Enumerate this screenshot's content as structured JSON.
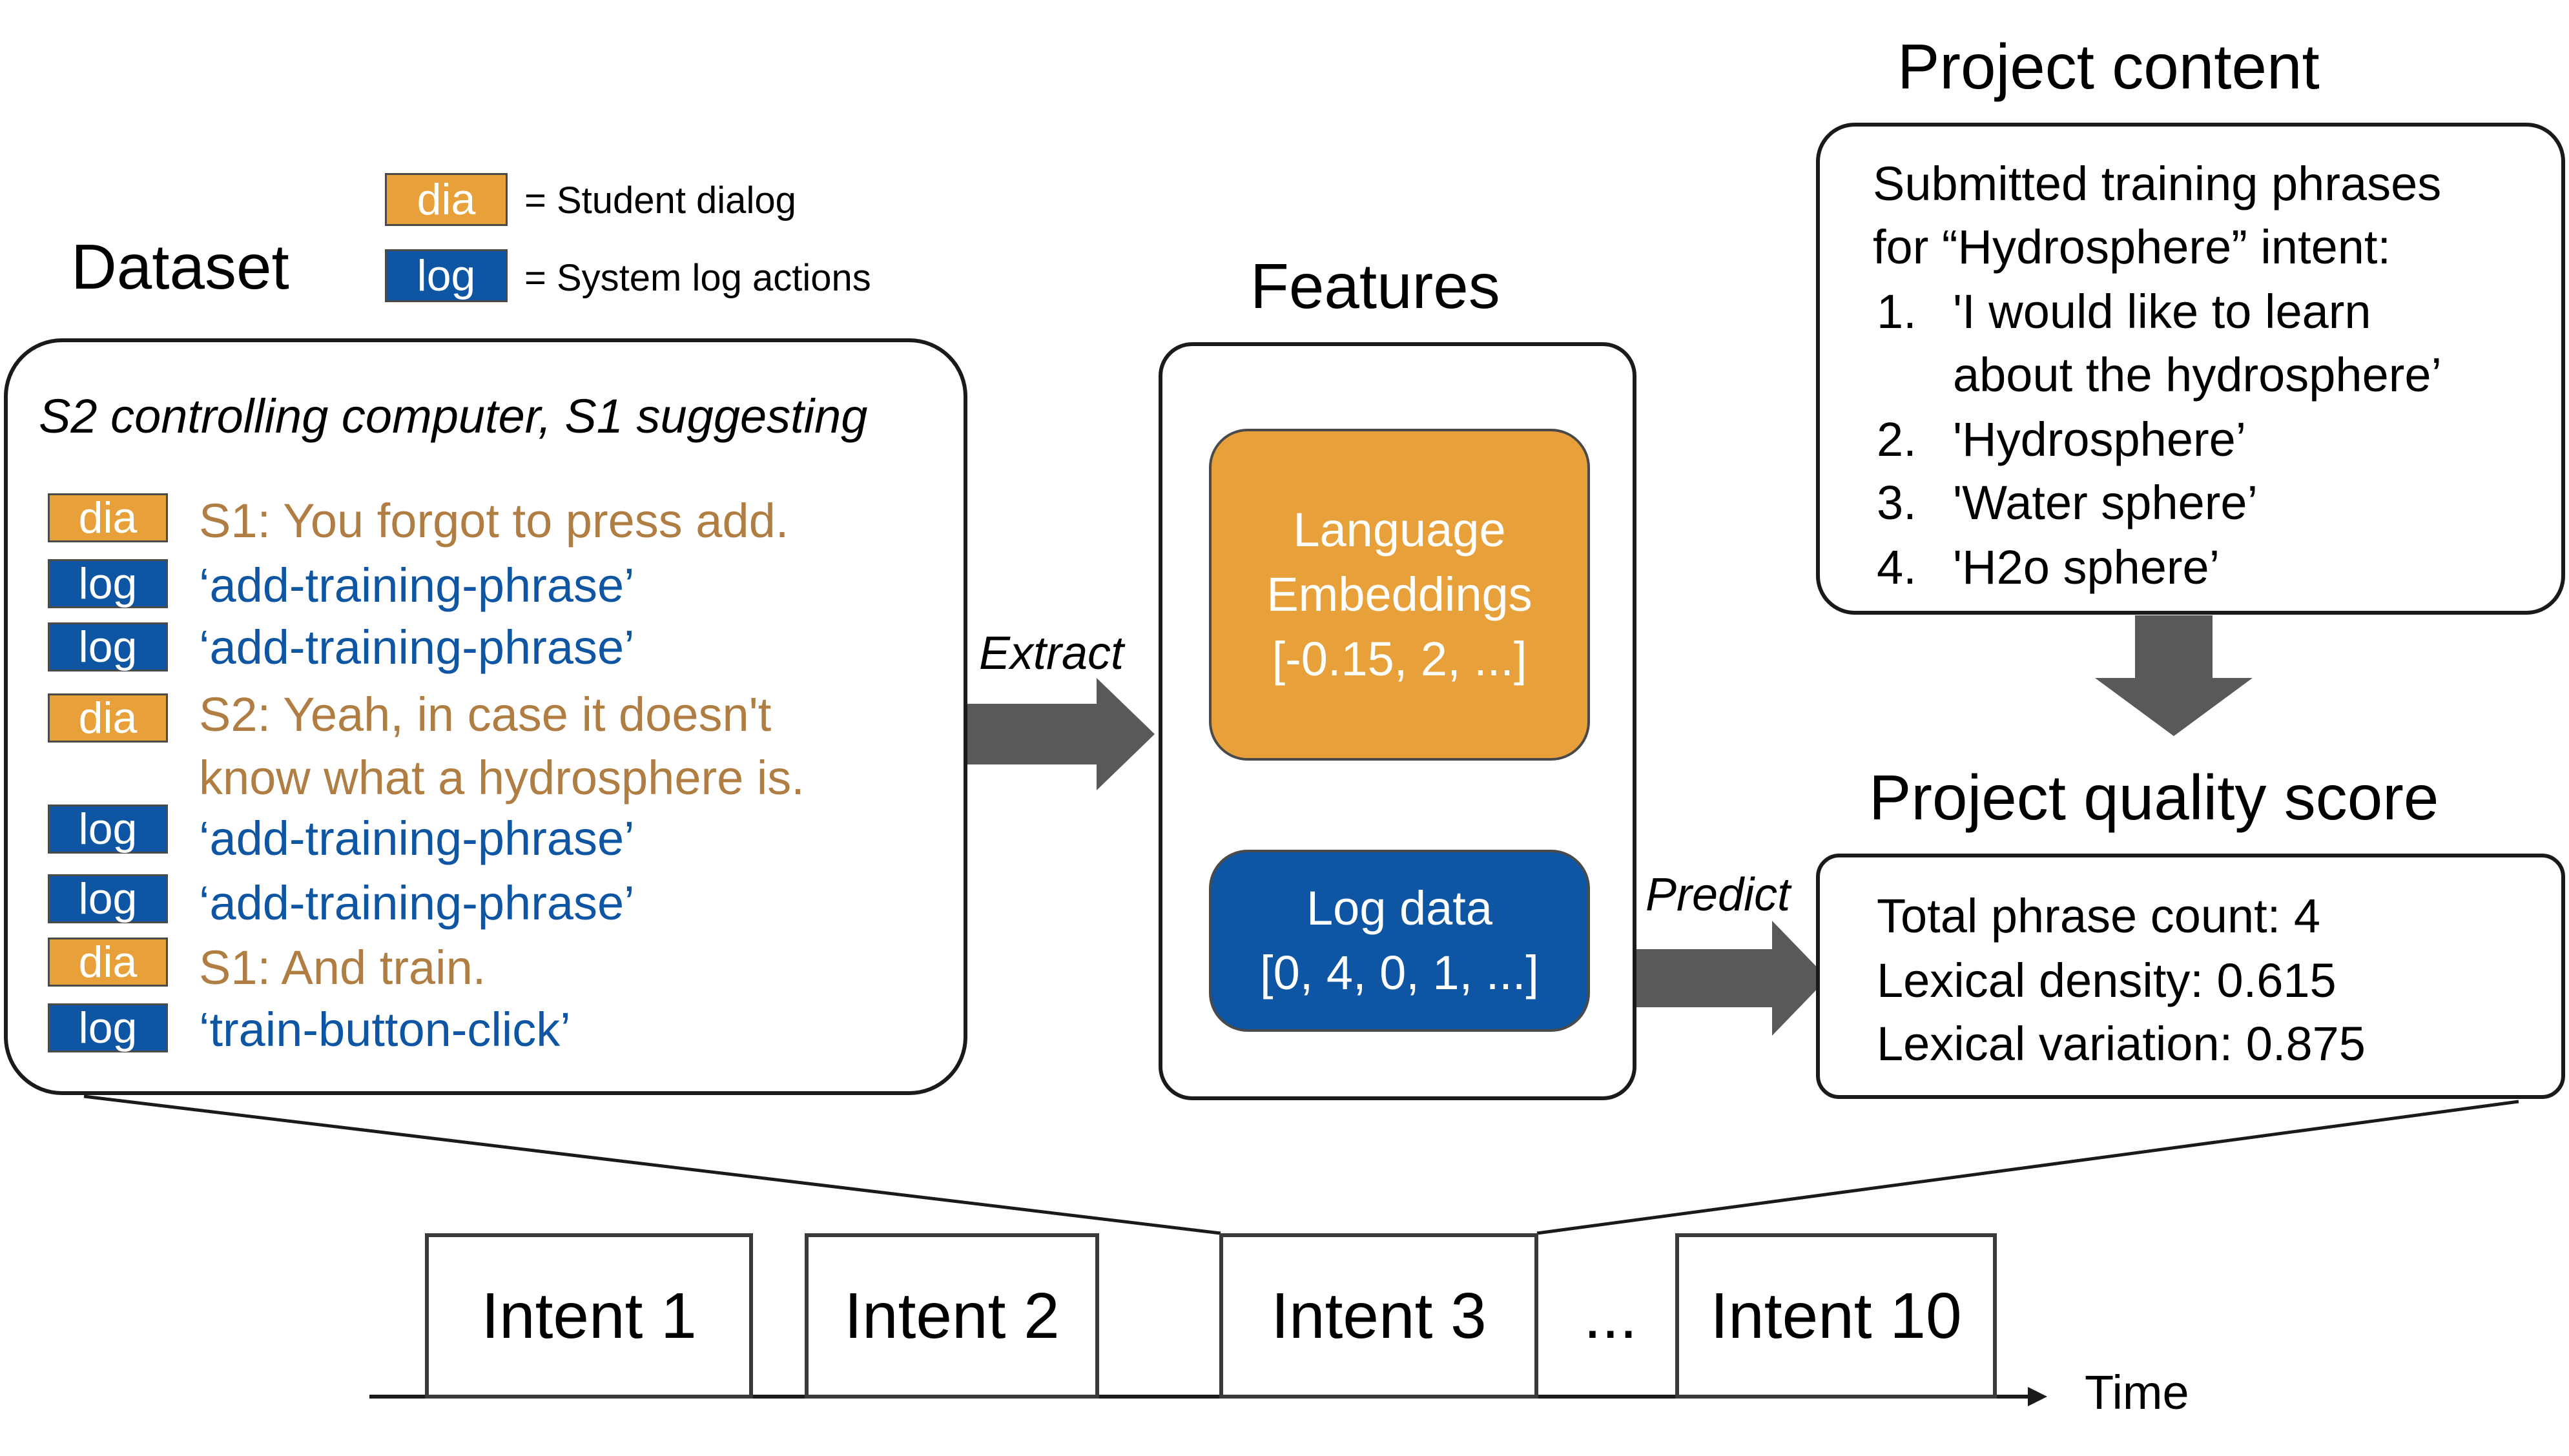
{
  "dataset": {
    "title": "Dataset",
    "subtitle": "S2 controlling computer, S1 suggesting",
    "rows": [
      {
        "tag": "dia",
        "text": "S1: You forgot to press add."
      },
      {
        "tag": "log",
        "text": "‘add-training-phrase’"
      },
      {
        "tag": "log",
        "text": "‘add-training-phrase’"
      },
      {
        "tag": "dia",
        "text": "S2: Yeah, in case it doesn't"
      },
      {
        "tag": "",
        "text": "know what a hydrosphere is."
      },
      {
        "tag": "log",
        "text": "‘add-training-phrase’"
      },
      {
        "tag": "log",
        "text": "‘add-training-phrase’"
      },
      {
        "tag": "dia",
        "text": "S1: And train."
      },
      {
        "tag": "log",
        "text": "‘train-button-click’"
      }
    ]
  },
  "legend": {
    "dia_tag": "dia",
    "dia_text": "= Student dialog",
    "log_tag": "log",
    "log_text": "= System log actions"
  },
  "features": {
    "title": "Features",
    "language": {
      "line1": "Language",
      "line2": "Embeddings",
      "line3": "[-0.15, 2, ...]"
    },
    "log": {
      "line1": "Log data",
      "line2": "[0, 4, 0, 1, ...]"
    }
  },
  "arrows": {
    "extract": "Extract",
    "predict": "Predict"
  },
  "project_content": {
    "title": "Project content",
    "lines": [
      "Submitted training phrases",
      "for “Hydrosphere” intent:"
    ],
    "items": [
      {
        "num": "1.",
        "text": "'I would like to learn"
      },
      {
        "num": "",
        "text": "about the hydrosphere’"
      },
      {
        "num": "2.",
        "text": "'Hydrosphere’"
      },
      {
        "num": "3.",
        "text": "'Water sphere’"
      },
      {
        "num": "4.",
        "text": "'H2o sphere’"
      }
    ]
  },
  "quality": {
    "title": "Project quality score",
    "lines": [
      "Total phrase count: 4",
      "Lexical density: 0.615",
      "Lexical variation: 0.875"
    ]
  },
  "timeline": {
    "intents": [
      "Intent 1",
      "Intent 2",
      "Intent 3",
      "Intent 10"
    ],
    "ellipsis": "...",
    "axis_label": "Time"
  },
  "colors": {
    "dialog": "#e8a13a",
    "log": "#0e56a4",
    "dialog_text": "#b07d43",
    "arrow": "#595959"
  }
}
